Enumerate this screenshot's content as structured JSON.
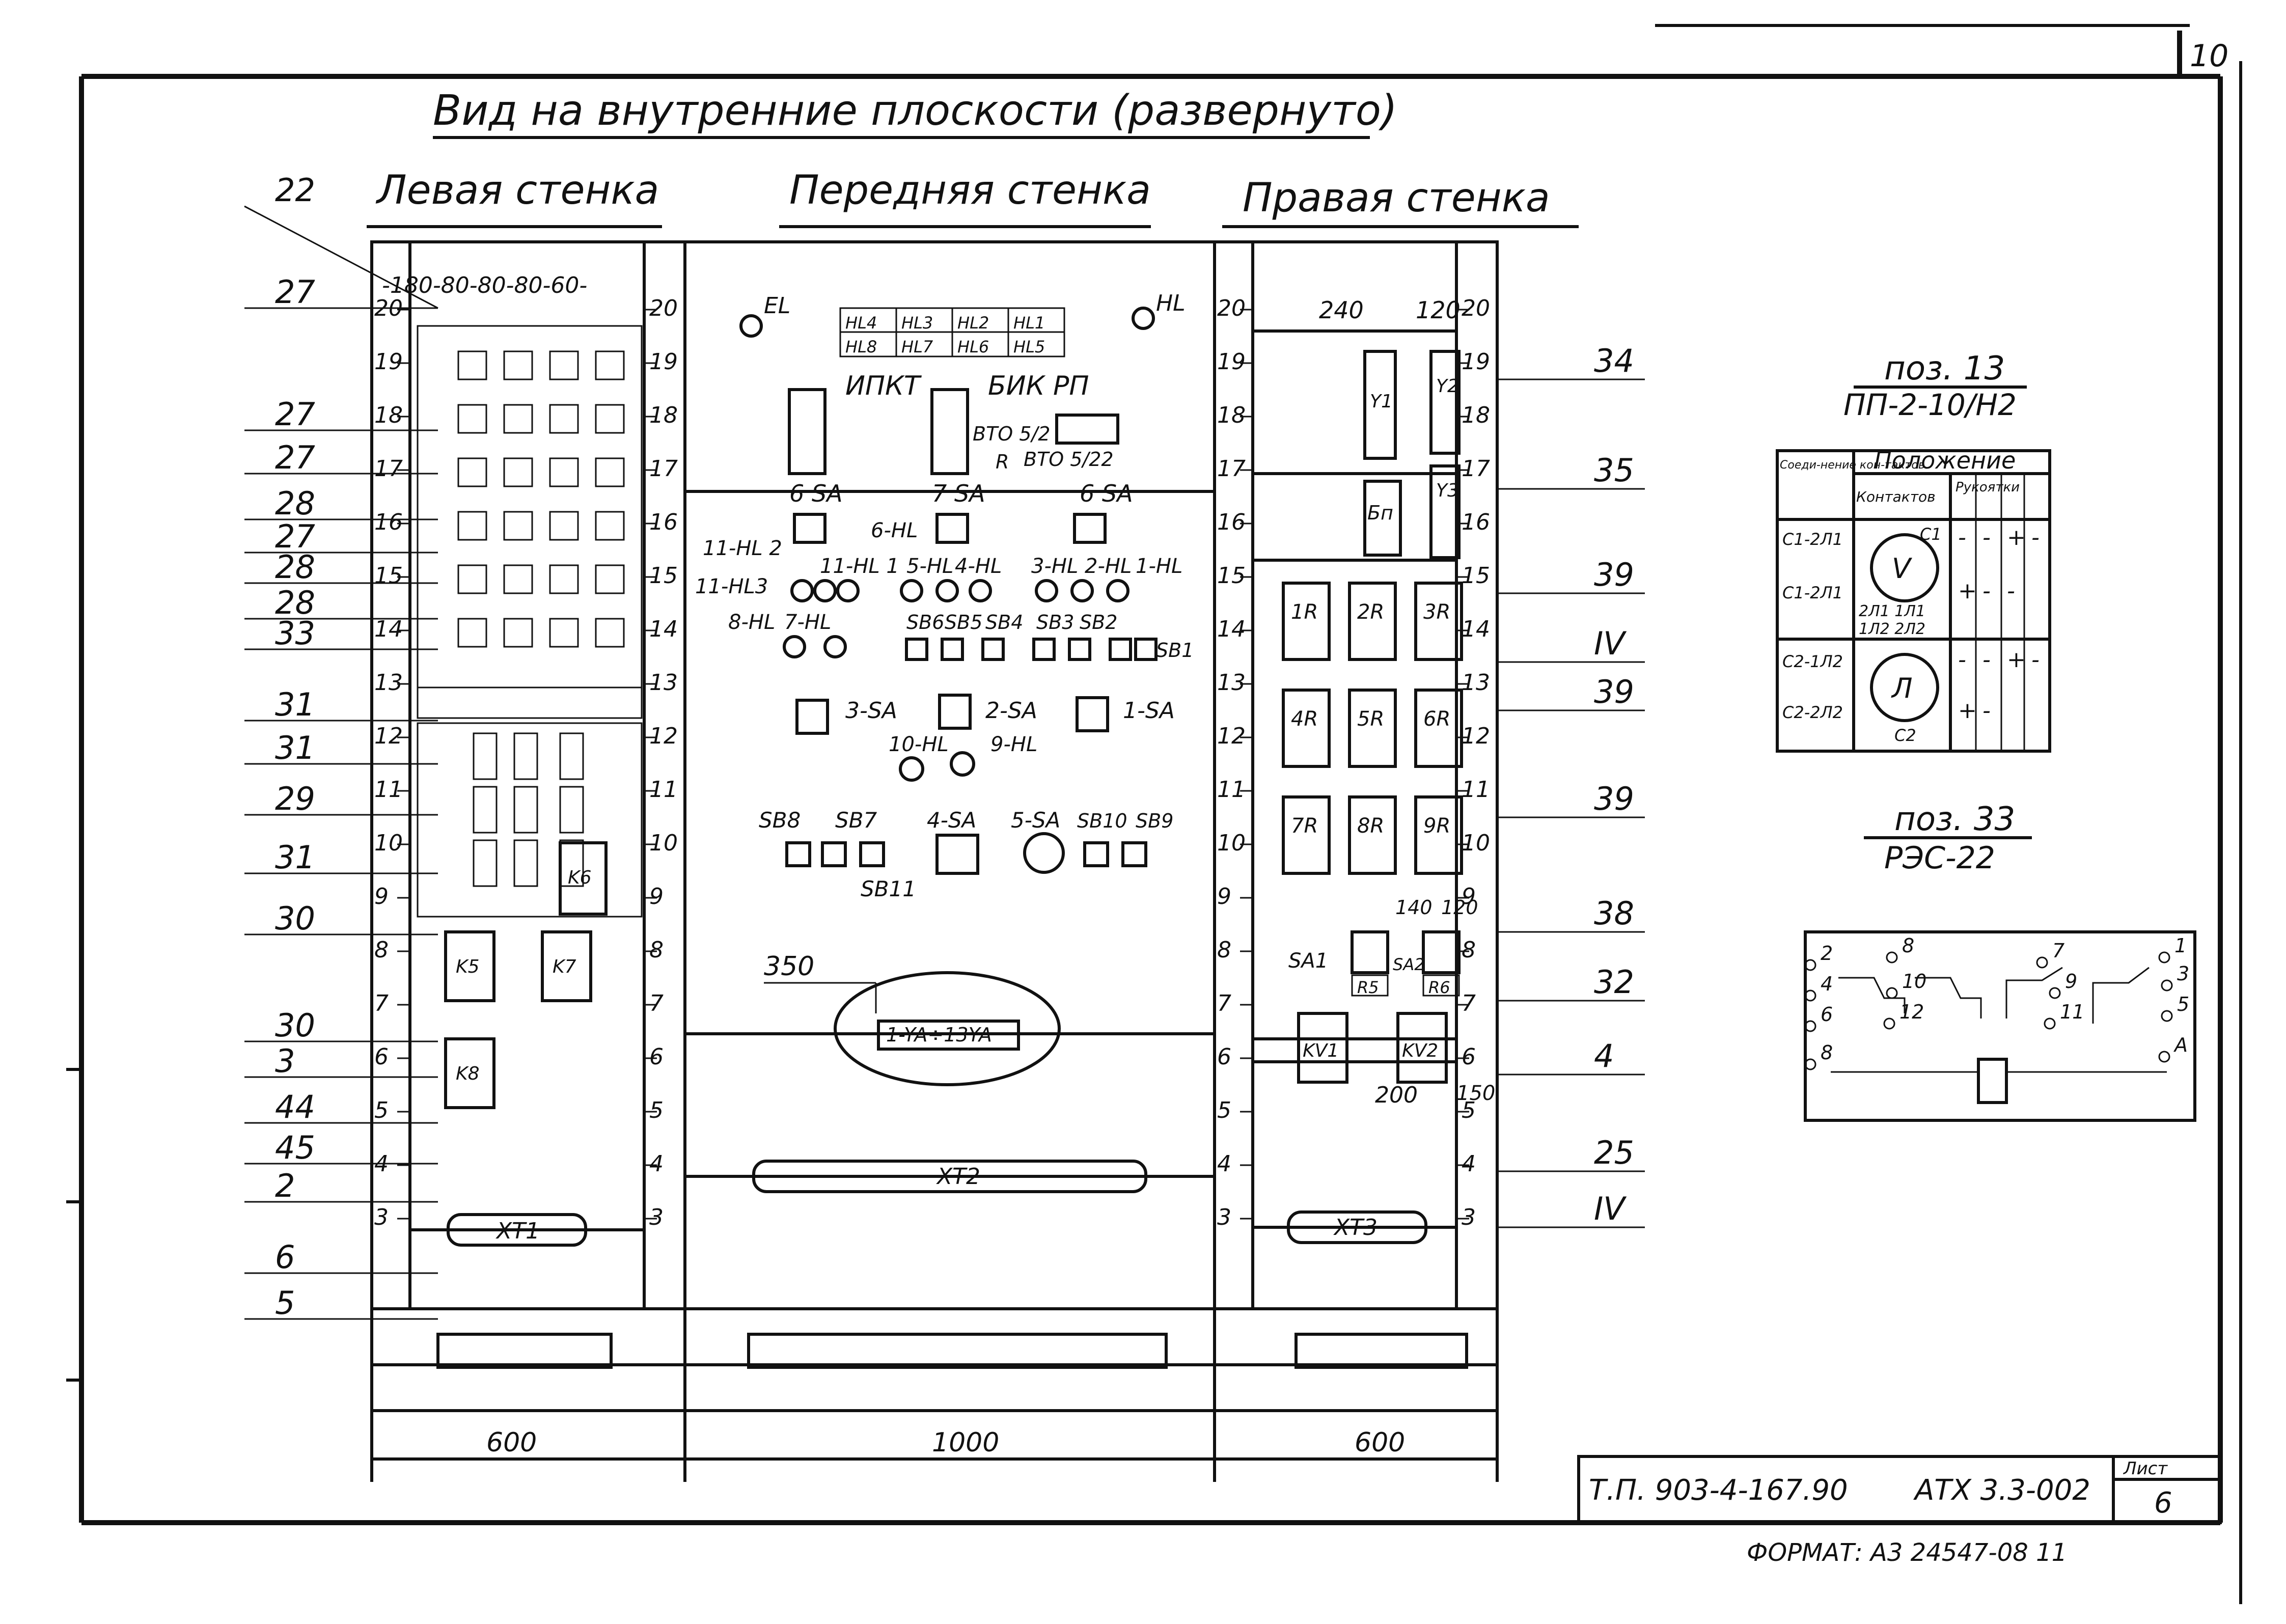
{
  "sheet_number": "10",
  "title": "Вид на внутренние плоскости (развернуто)",
  "walls": {
    "left": "Левая стенка",
    "front": "Передняя стенка",
    "right": "Правая стенка"
  },
  "bottom_dims": {
    "left": "600",
    "front": "1000",
    "right": "600"
  },
  "left_callouts": [
    "22",
    "27",
    "27",
    "27",
    "28",
    "27",
    "28",
    "28",
    "33",
    "31",
    "31",
    "29",
    "31",
    "30",
    "30",
    "3",
    "44",
    "45",
    "2",
    "6",
    "5"
  ],
  "right_callouts": [
    "34",
    "35",
    "39",
    "IV",
    "39",
    "39",
    "38",
    "32",
    "4",
    "25",
    "IV"
  ],
  "row_numbers": [
    "20",
    "19",
    "18",
    "17",
    "16",
    "15",
    "14",
    "13",
    "12",
    "11",
    "10",
    "9",
    "8",
    "7",
    "6",
    "5",
    "4",
    "3"
  ],
  "left_top_dims": "-180-80-80-80-60-",
  "right_top_dims": {
    "a": "240",
    "b": "120"
  },
  "right_mid_dims": {
    "a": "140",
    "b": "120"
  },
  "right_low_dims": {
    "a": "200",
    "b": "150"
  },
  "left_wall": {
    "relays": [
      "K5",
      "K7",
      "K8",
      "K6"
    ],
    "terminal": "XT1"
  },
  "front_wall": {
    "lamps": {
      "el": "EL",
      "hl": "HL"
    },
    "hl_grid": [
      "HL4",
      "HL3",
      "HL2",
      "HL1",
      "HL8",
      "HL7",
      "HL6",
      "HL5"
    ],
    "devices": [
      "ИПКТ",
      "БИК РП"
    ],
    "bto": [
      "BTO 5/2",
      "BTO 5/22"
    ],
    "r_label": "R",
    "sa_top": [
      "6 SA",
      "7 SA",
      "6 SA"
    ],
    "hl_row": [
      "6-HL",
      "11-HL 2",
      "11-HL 1",
      "5-HL",
      "4-HL",
      "3-HL",
      "2-HL",
      "1-HL"
    ],
    "hl3": "11-HL3",
    "hl_row2": [
      "8-HL",
      "7-HL",
      "SB6",
      "SB5",
      "SB4",
      "SB3",
      "SB2",
      "SB1"
    ],
    "sa_mid": [
      "3-SA",
      "2-SA",
      "1-SA"
    ],
    "hl_row3": [
      "10-HL",
      "9-HL"
    ],
    "sb_row": [
      "SB8",
      "SB7",
      "4-SA",
      "5-SA",
      "SB10",
      "SB9"
    ],
    "sb11": "SB11",
    "ya": "1-YA÷13YA",
    "dim350": "350",
    "terminal": "XT2"
  },
  "right_wall": {
    "y": [
      "Y1",
      "Y2",
      "Y3"
    ],
    "bp": "Бп",
    "r": [
      "1R",
      "2R",
      "3R",
      "4R",
      "5R",
      "6R",
      "7R",
      "8R",
      "9R"
    ],
    "sa": [
      "SA1",
      "SA2"
    ],
    "r56": [
      "R5",
      "R6"
    ],
    "kv": [
      "KV1",
      "KV2"
    ],
    "terminal": "XT3"
  },
  "pos13": {
    "title": "поз. 13",
    "subtitle": "ПП-2-10/Н2",
    "header": "Положение",
    "col1": "Соеди-нение кон-тактов",
    "col2": "Контактов",
    "col3": "Рукоятки",
    "rows": [
      "С1-2Л1",
      "С1-2Л1",
      "С2-1Л2",
      "С2-2Л2"
    ],
    "symbols": {
      "v": "V",
      "l": "Л",
      "c1": "С1",
      "c2": "С2",
      "a": "2Л1 1Л1",
      "b": "1Л2 2Л2"
    },
    "marks": [
      [
        "-",
        "-",
        "+",
        "-"
      ],
      [
        "+",
        "-",
        "-",
        ""
      ],
      [
        "-",
        "-",
        "+",
        "-"
      ],
      [
        "+",
        "-",
        "",
        ""
      ]
    ]
  },
  "pos33": {
    "title": "поз. 33",
    "subtitle": "РЭС-22",
    "pins": [
      "2",
      "4",
      "6",
      "8",
      "8",
      "10",
      "12",
      "7",
      "9",
      "11",
      "1",
      "3",
      "5",
      "А"
    ]
  },
  "stamp": {
    "code": "Т.П. 903-4-167.90",
    "sheet_code": "АТХ 3.3-002",
    "list_label": "Лист",
    "list_number": "6"
  },
  "format_line": "ФОРМАТ: А3  24547-08  11"
}
